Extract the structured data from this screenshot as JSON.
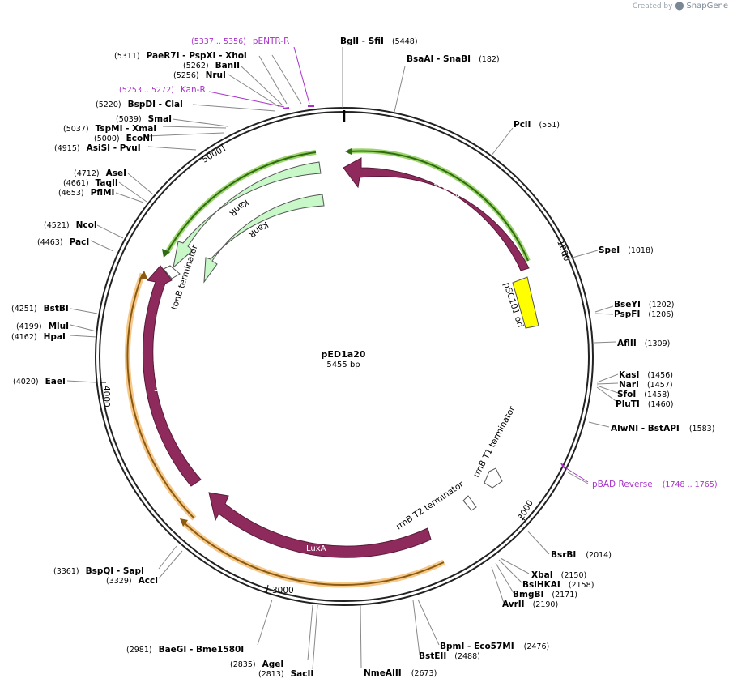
{
  "credit": {
    "prefix": "Created by",
    "brand": "SnapGene"
  },
  "plasmid": {
    "name": "pED1a20",
    "length_label": "5455 bp",
    "length": 5455
  },
  "ticks": [
    "1000",
    "2000",
    "3000",
    "4000",
    "5000"
  ],
  "features": [
    {
      "label": "Rep101",
      "color": "#8e2a5c"
    },
    {
      "label": "pSC101 ori",
      "color": "#ffff00"
    },
    {
      "label": "KanR",
      "color": "#c8f7c8"
    },
    {
      "label": "KanR",
      "color": "#c8f7c8"
    },
    {
      "label": "tonB terminator",
      "color": "#ffffff"
    },
    {
      "label": "LuxB",
      "color": "#8e2a5c"
    },
    {
      "label": "LuxA",
      "color": "#8e2a5c"
    },
    {
      "label": "rrnB T2 terminator",
      "color": "#ffffff"
    },
    {
      "label": "rrnB T1 terminator",
      "color": "#ffffff"
    }
  ],
  "sites": [
    {
      "name": "BglI",
      "name2": "SfiI",
      "pos": "(5448)"
    },
    {
      "name": "BsaAI",
      "name2": "SnaBI",
      "pos": "(182)"
    },
    {
      "name": "PciI",
      "pos": "(551)"
    },
    {
      "name": "SpeI",
      "pos": "(1018)"
    },
    {
      "name": "BseYI",
      "pos": "(1202)"
    },
    {
      "name": "PspFI",
      "pos": "(1206)"
    },
    {
      "name": "AflII",
      "pos": "(1309)"
    },
    {
      "name": "KasI",
      "pos": "(1456)"
    },
    {
      "name": "NarI",
      "pos": "(1457)"
    },
    {
      "name": "SfoI",
      "pos": "(1458)"
    },
    {
      "name": "PluTI",
      "pos": "(1460)"
    },
    {
      "name": "AlwNI",
      "name2": "BstAPI",
      "pos": "(1583)"
    },
    {
      "name": "pBAD Reverse",
      "pos": "(1748 .. 1765)"
    },
    {
      "name": "BsrBI",
      "pos": "(2014)"
    },
    {
      "name": "XbaI",
      "pos": "(2150)"
    },
    {
      "name": "BsiHKAI",
      "pos": "(2158)"
    },
    {
      "name": "BmgBI",
      "pos": "(2171)"
    },
    {
      "name": "AvrII",
      "pos": "(2190)"
    },
    {
      "name": "BpmI",
      "name2": "Eco57MI",
      "pos": "(2476)"
    },
    {
      "name": "BstEII",
      "pos": "(2488)"
    },
    {
      "name": "NmeAIII",
      "pos": "(2673)"
    },
    {
      "name": "SacII",
      "pos": "(2813)"
    },
    {
      "name": "AgeI",
      "pos": "(2835)"
    },
    {
      "name": "BaeGI",
      "name2": "Bme1580I",
      "pos": "(2981)"
    },
    {
      "name": "AccI",
      "pos": "(3329)"
    },
    {
      "name": "BspQI",
      "name2": "SapI",
      "pos": "(3361)"
    },
    {
      "name": "EaeI",
      "pos": "(4020)"
    },
    {
      "name": "HpaI",
      "pos": "(4162)"
    },
    {
      "name": "MluI",
      "pos": "(4199)"
    },
    {
      "name": "BstBI",
      "pos": "(4251)"
    },
    {
      "name": "PacI",
      "pos": "(4463)"
    },
    {
      "name": "NcoI",
      "pos": "(4521)"
    },
    {
      "name": "PflMI",
      "pos": "(4653)"
    },
    {
      "name": "TaqII",
      "pos": "(4661)"
    },
    {
      "name": "AseI",
      "pos": "(4712)"
    },
    {
      "name": "AsiSI",
      "name2": "PvuI",
      "pos": "(4915)"
    },
    {
      "name": "EcoNI",
      "pos": "(5000)"
    },
    {
      "name": "TspMI",
      "name2": "XmaI",
      "pos": "(5037)"
    },
    {
      "name": "SmaI",
      "pos": "(5039)"
    },
    {
      "name": "BspDI",
      "name2": "ClaI",
      "pos": "(5220)"
    },
    {
      "name": "Kan-R",
      "pos": "(5253 .. 5272)"
    },
    {
      "name": "NruI",
      "pos": "(5256)"
    },
    {
      "name": "BanII",
      "pos": "(5262)"
    },
    {
      "name": "PaeR7I",
      "name2": "PspXI",
      "name3": "XhoI",
      "pos": "(5311)"
    },
    {
      "name": "pENTR-R",
      "pos": "(5337 .. 5356)"
    }
  ]
}
